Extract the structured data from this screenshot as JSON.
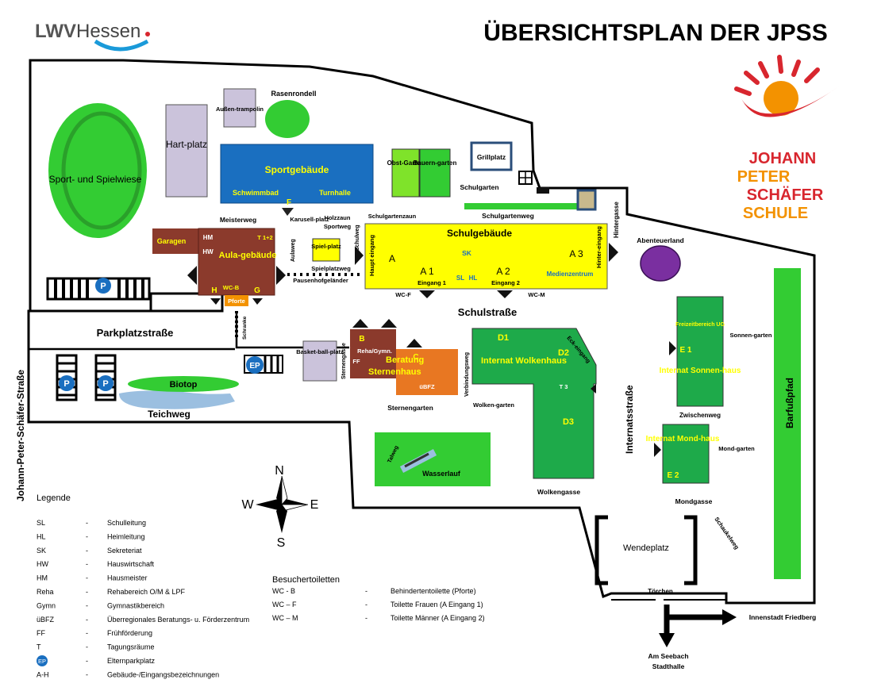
{
  "header": {
    "title": "ÜBERSICHTSPLAN DER JPSS",
    "brand_left": {
      "part1": "LWV",
      "part2": "Hessen"
    },
    "brand_right": [
      "JOHANN",
      "PETER",
      "SCHÄFER",
      "SCHULE"
    ]
  },
  "colors": {
    "green": "#33cc33",
    "yellow": "#ffff00",
    "blue": "#1a6fc0",
    "brown": "#8b3a2c",
    "dark_green": "#1eaa4a",
    "orange": "#e87722",
    "lilac": "#cbc3db",
    "purple": "#7a2fa0",
    "brand_red": "#d8262e",
    "brand_orange": "#f39200"
  },
  "labels": {
    "sport_wiese": "Sport- und Spielwiese",
    "hartplatz": "Hart-platz",
    "aussentrampolin": "Außen-trampolin",
    "rasenrondell": "Rasenrondell",
    "sportgebaeude": "Sportgebäude",
    "schwimmbad": "Schwimmbad",
    "turnhalle": "Turnhalle",
    "f": "F",
    "obstgarten": "Obst-Garten",
    "bauerngarten": "Bauern-garten",
    "grillplatz": "Grillplatz",
    "schulgarten": "Schulgarten",
    "schulgartenweg": "Schulgartenweg",
    "hintergasse": "Hintergasse",
    "meisterweg": "Meisterweg",
    "karussellplatz": "Karusell-platz",
    "holzzaun": "Holzzaun",
    "sportweg": "Sportweg",
    "schulgartenzaun": "Schulgartenzaun",
    "schulweg": "Schulweg",
    "aulaweg": "Aulaweg",
    "spielplatz": "Spiel-platz",
    "spielplatzweg": "Spielplatzweg",
    "pausenhofgelaender": "Pausenhofgeländer",
    "garagen": "Garagen",
    "hm": "HM",
    "hw": "HW",
    "t12": "T 1+2",
    "aulagebaeude": "Aula-gebäude",
    "wcb": "WC-B",
    "h": "H",
    "g": "G",
    "pforte": "Pforte",
    "schulgebaeude": "Schulgebäude",
    "haupteingang": "Haupt eingang",
    "a": "A",
    "sk": "SK",
    "a1": "A 1",
    "eingang1": "Eingang 1",
    "sl": "SL",
    "hl": "HL",
    "a2": "A 2",
    "eingang2": "Eingang 2",
    "a3": "A 3",
    "hintereingang": "Hinter-eingang",
    "medienzentrum": "Medienzentrum",
    "wcf": "WC-F",
    "wcm": "WC-M",
    "abenteuerland": "Abenteuerland",
    "schulstrasse": "Schulstraße",
    "parkplatzstrasse": "Parkplatzstraße",
    "schranke": "Schranke",
    "ep": "EP",
    "p": "P",
    "biotop": "Biotop",
    "teichweg": "Teichweg",
    "jps_strasse": "Johann-Peter-Schäfer-Straße",
    "basketballplatz": "Basket-ball-platz",
    "sternengasse": "Sternengasse",
    "b": "B",
    "rehagymn": "Reha/Gymn.",
    "ff": "FF",
    "c": "C",
    "beratung": "Beratung",
    "sternenhaus": "Sternenhaus",
    "uebfz": "üBFZ",
    "sternengarten": "Sternengarten",
    "verbindungsweg": "Verbindungsweg",
    "d1": "D1",
    "d2": "D2",
    "eckeingang": "Eck-eingang",
    "internat_wolkenhaus": "Internat Wolkenhaus",
    "t3": "T 3",
    "d3": "D3",
    "wolkengarten": "Wolken-garten",
    "wolkengasse": "Wolkengasse",
    "talweg": "Talweg",
    "wasserlauf": "Wasserlauf",
    "freizeitbereich": "Freizeitbereich UG",
    "e1": "E 1",
    "internat_sonnenhaus": "Internat Sonnen-haus",
    "sonnengarten": "Sonnen-garten",
    "zwischenweg": "Zwischenweg",
    "internatsstrasse": "Internatsstraße",
    "barfusspfad": "Barfußpfad",
    "internat_mondhaus": "Internat Mond-haus",
    "e2": "E 2",
    "mondgarten": "Mond-garten",
    "mondgasse": "Mondgasse",
    "schaukelweg": "Schaukelweg",
    "wendeplatz": "Wendeplatz",
    "toerchen": "Törchen",
    "innenstadt": "Innenstadt Friedberg",
    "am_seebach": "Am Seebach",
    "stadthalle": "Stadthalle",
    "compass_n": "N",
    "compass_e": "E",
    "compass_s": "S",
    "compass_w": "W"
  },
  "legend": {
    "title": "Legende",
    "items": [
      {
        "abbr": "SL",
        "text": "Schulleitung"
      },
      {
        "abbr": "HL",
        "text": "Heimleitung"
      },
      {
        "abbr": "SK",
        "text": "Sekreteriat"
      },
      {
        "abbr": "HW",
        "text": "Hauswirtschaft"
      },
      {
        "abbr": "HM",
        "text": "Hausmeister"
      },
      {
        "abbr": "Reha",
        "text": "Rehabereich O/M & LPF"
      },
      {
        "abbr": "Gymn",
        "text": "Gymnastikbereich"
      },
      {
        "abbr": "üBFZ",
        "text": "Überregionales Beratungs- u. Förderzentrum"
      },
      {
        "abbr": "FF",
        "text": "Frühförderung"
      },
      {
        "abbr": "T",
        "text": "Tagungsräume"
      },
      {
        "abbr": "EP",
        "text": "Elternparkplatz"
      },
      {
        "abbr": "A-H",
        "text": "Gebäude-/Eingangsbezeichnungen"
      }
    ]
  },
  "toilets": {
    "title": "Besuchertoiletten",
    "items": [
      {
        "abbr": "WC - B",
        "text": "Behindertentoilette (Pforte)"
      },
      {
        "abbr": "WC – F",
        "text": "Toilette Frauen (A Eingang 1)"
      },
      {
        "abbr": "WC – M",
        "text": "Toilette Männer (A Eingang 2)"
      }
    ]
  }
}
